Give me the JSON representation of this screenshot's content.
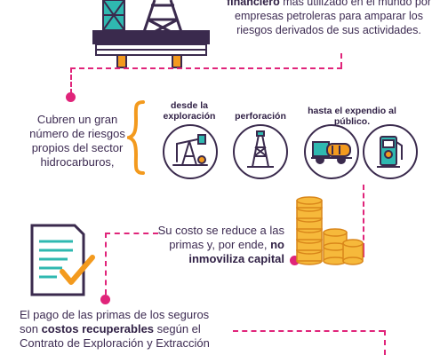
{
  "intro": {
    "bold": "financiero",
    "rest": " más utilizado en el mundo por empresas petroleras para amparar los riesgos derivados de sus actividades."
  },
  "risks": {
    "text": "Cubren un gran número de riesgos propios del sector hidrocarburos,"
  },
  "stages": [
    {
      "label": "desde la exploración",
      "icon": "oil-pump-icon"
    },
    {
      "label": "perforación",
      "icon": "drilling-rig-icon"
    },
    {
      "label": "hasta el expendio al público.",
      "icon": "tanker-truck-icon"
    },
    {
      "label": "",
      "icon": "fuel-pump-icon"
    }
  ],
  "cost": {
    "normal": "Su costo se reduce a las primas y, por ende, ",
    "bold_a": "no",
    "bold_b": "inmoviliza capital"
  },
  "premiums": {
    "line1": "El pago de las primas de los seguros",
    "line2_pre": "son ",
    "line2_bold": "costos recuperables",
    "line2_post": " según el",
    "line3": "Contrato de Exploración y Extracción"
  },
  "colors": {
    "accent": "#e0247a",
    "orange": "#f39a1e",
    "ink": "#3a2a4d",
    "teal": "#2fb8b0"
  }
}
